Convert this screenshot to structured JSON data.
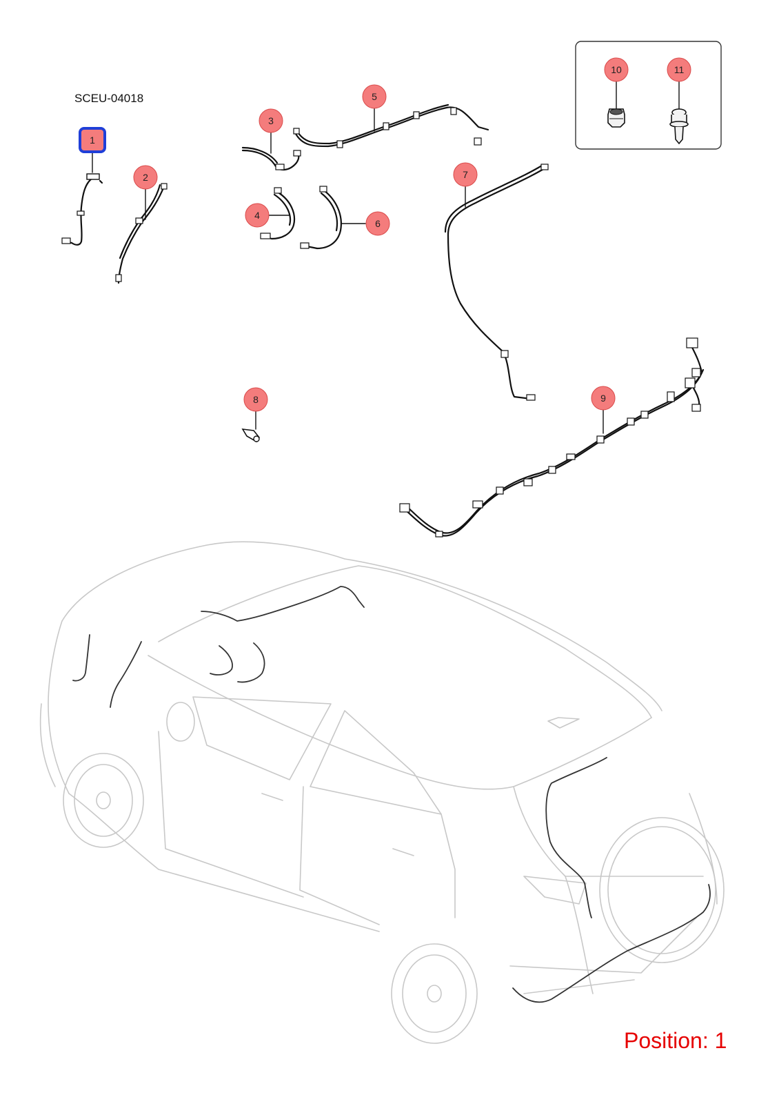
{
  "diagram": {
    "code": "SCEU-04018",
    "position_label": "Position: 1",
    "selected_callout": "1",
    "callouts": [
      {
        "label": "1"
      },
      {
        "label": "2"
      },
      {
        "label": "3"
      },
      {
        "label": "4"
      },
      {
        "label": "5"
      },
      {
        "label": "6"
      },
      {
        "label": "7"
      },
      {
        "label": "8"
      },
      {
        "label": "9"
      },
      {
        "label": "10"
      },
      {
        "label": "11"
      }
    ]
  },
  "colors": {
    "callout_fill": "#f47c7c",
    "callout_stroke": "#d94a4a",
    "selected_outline": "#1f3fd8",
    "position_text": "#e60000",
    "vehicle_outline": "#c8c8c8"
  },
  "icons": [
    "nut-icon",
    "clip-icon"
  ]
}
